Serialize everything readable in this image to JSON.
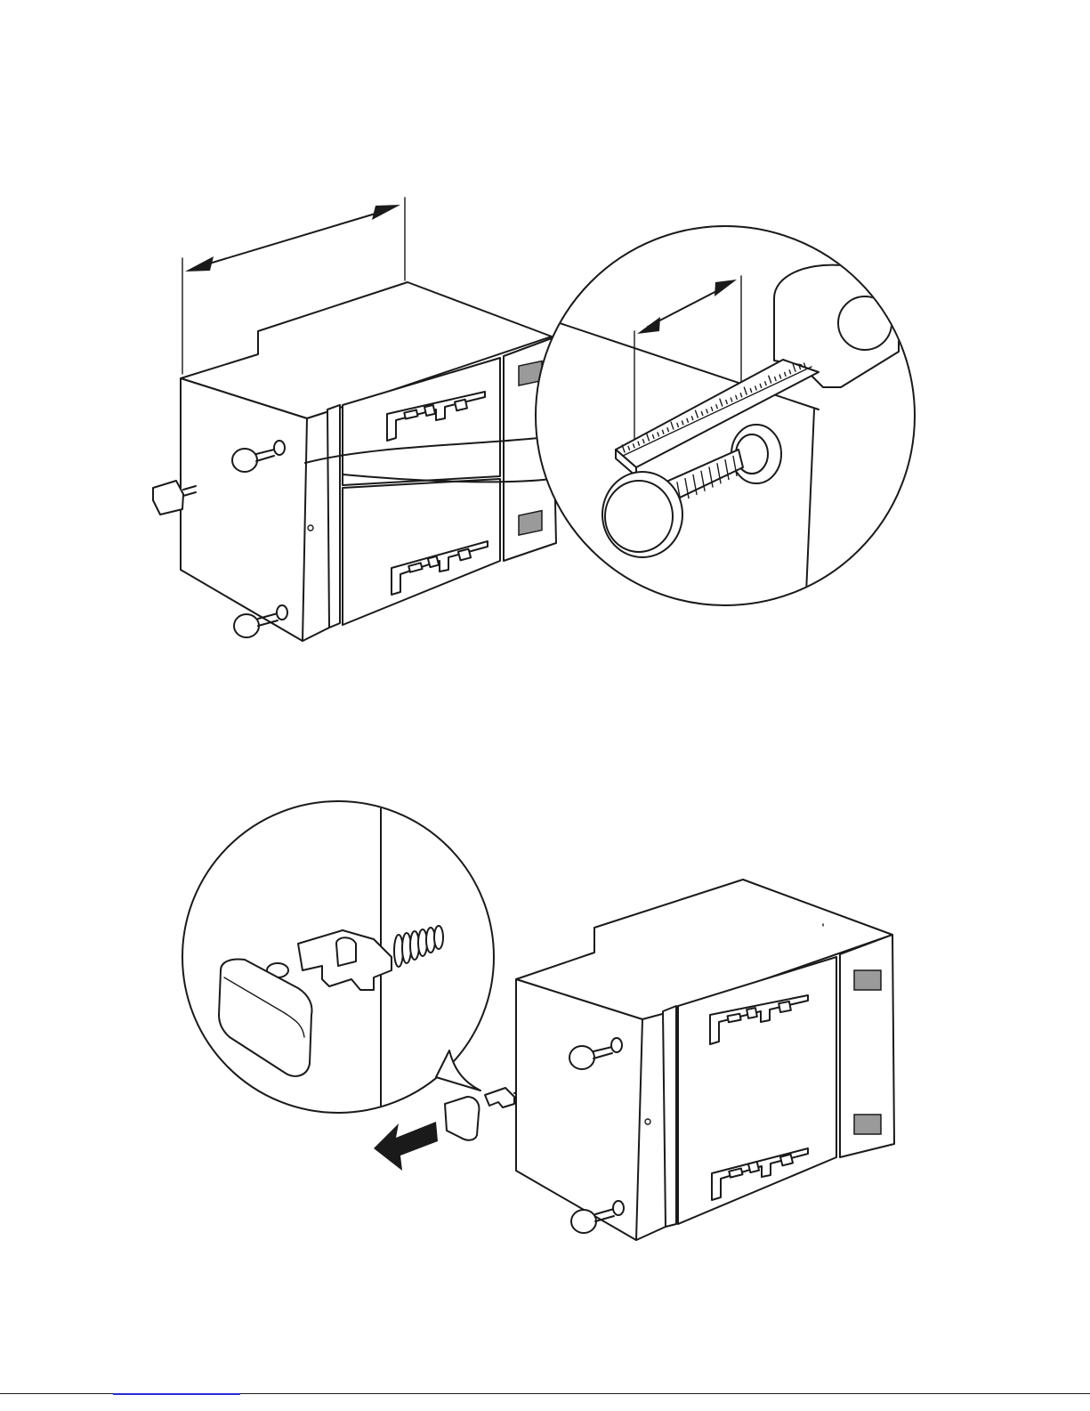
{
  "diagram": {
    "step1": {
      "parts": [
        "cabinet",
        "dimension-arrow",
        "magnifier-circle",
        "tape-measure",
        "adjustable-foot"
      ]
    },
    "step2": {
      "parts": [
        "cabinet",
        "magnifier-circle",
        "foot-clip",
        "rubber-cap",
        "removal-arrow"
      ]
    }
  },
  "colors": {
    "line": "#1a1a1a",
    "panel_gray": "#9a9a9a",
    "footer_link": "#2a2ad8"
  }
}
